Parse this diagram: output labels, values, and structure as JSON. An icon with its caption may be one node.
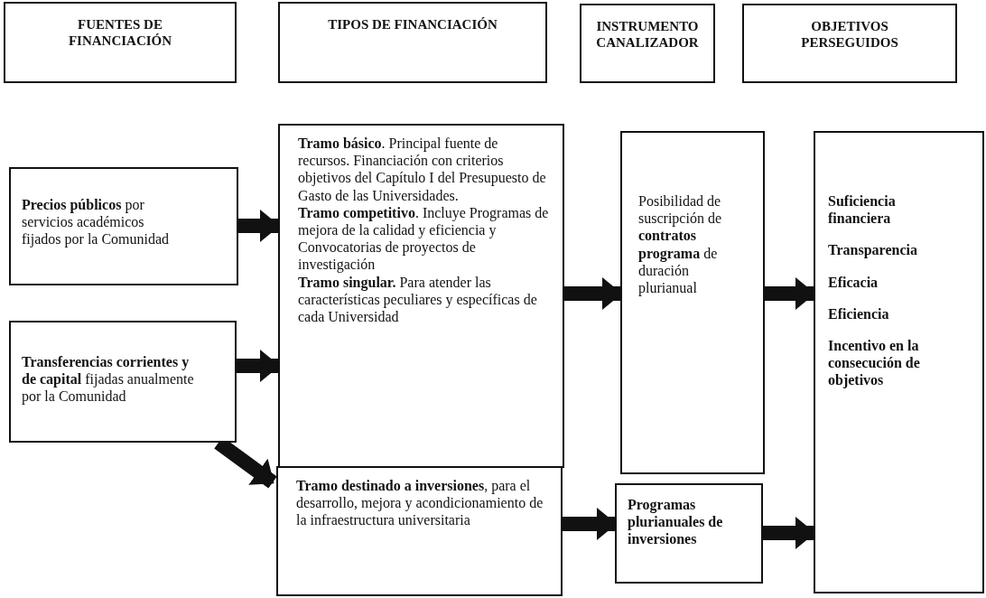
{
  "diagram": {
    "nodes": [
      {
        "text": [
          "FUENTES DE FINANCIACIÓN"
        ]
      },
      {
        "text": [
          "TIPOS DE FINANCIACIÓN"
        ]
      },
      {
        "text": [
          "INSTRUMENTO CANALIZADOR"
        ]
      },
      {
        "text": [
          "OBJETIVOS PERSEGUIDOS"
        ]
      },
      {
        "text": [
          "**Precios públicos** por servicios académicos fijados por la Comunidad"
        ]
      },
      {
        "text": [
          "**Transferencias corrientes y de capital** fijadas anualmente por la Comunidad"
        ]
      },
      {
        "text": [
          "**Tramo básico**. Principal fuente de recursos. Financiación con criterios objetivos del Capítulo I del Presupuesto de Gasto de las Universidades.",
          "**Tramo competitivo**. Incluye Programas de mejora de la calidad y eficiencia y Convocatorias de proyectos de investigación",
          "**Tramo singular.** Para atender las características peculiares y específicas de cada Universidad"
        ]
      },
      {
        "text": [
          "**Tramo destinado a inversiones**, para el desarrollo, mejora y acondicionamiento de la infraestructura universitaria"
        ]
      },
      {
        "text": [
          "Posibilidad de suscripción de **contratos programa** de duración plurianual"
        ]
      },
      {
        "text": [
          "Programas plurianuales de inversiones"
        ]
      },
      {
        "text": [
          "Suficiencia financiera",
          "Transparencia",
          "Eficacia",
          "Eficiencia",
          "Incentivo en la consecución de objetivos"
        ]
      }
    ],
    "edges": [
      {
        "from": 4,
        "to": 6,
        "arrow": "to"
      },
      {
        "from": 5,
        "to": 6,
        "arrow": "to"
      },
      {
        "from": 5,
        "to": 7,
        "arrow": "to"
      },
      {
        "from": 6,
        "to": 8,
        "arrow": "to"
      },
      {
        "from": 7,
        "to": 9,
        "arrow": "to"
      },
      {
        "from": 8,
        "to": 10,
        "arrow": "to"
      },
      {
        "from": 9,
        "to": 10,
        "arrow": "to"
      }
    ]
  }
}
